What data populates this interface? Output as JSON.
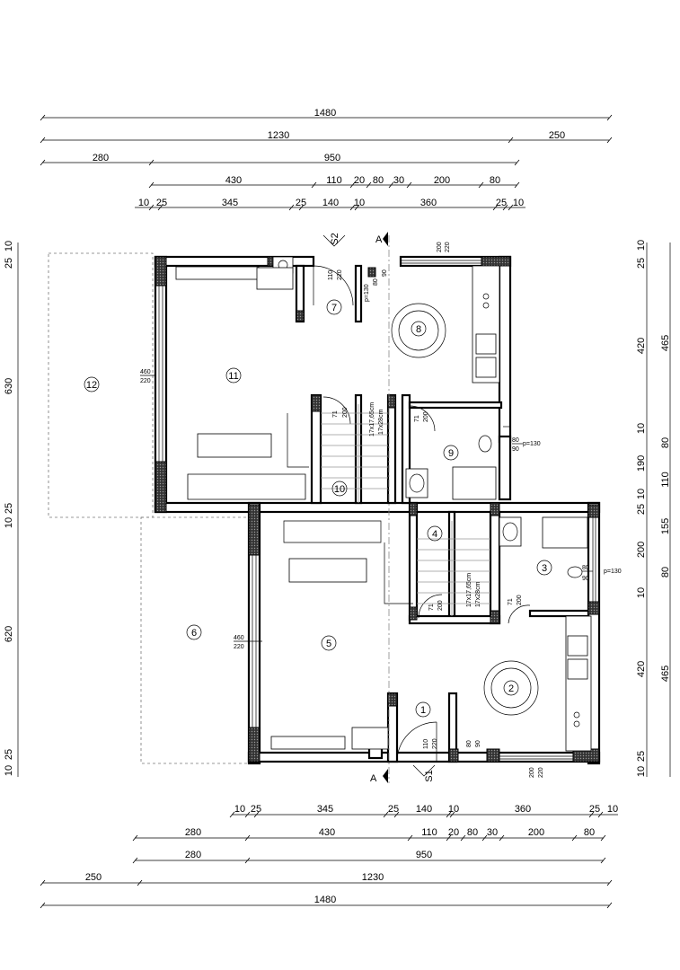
{
  "top_dimensions": {
    "row1": [
      "1480"
    ],
    "row2": [
      "1230",
      "250"
    ],
    "row3": [
      "280",
      "950"
    ],
    "row4": [
      "430",
      "110",
      "20",
      "80",
      "30",
      "200",
      "80"
    ],
    "row5": [
      "10",
      "25",
      "345",
      "25",
      "140",
      "10",
      "360",
      "25",
      "10"
    ]
  },
  "bottom_dimensions": {
    "row1": [
      "10",
      "25",
      "345",
      "25",
      "140",
      "10",
      "360",
      "25",
      "10"
    ],
    "row2": [
      "280",
      "430",
      "110",
      "20",
      "80",
      "30",
      "200",
      "80"
    ],
    "row3": [
      "280",
      "950"
    ],
    "row4": [
      "250",
      "1230"
    ],
    "row5": [
      "1480"
    ]
  },
  "left_dimensions": [
    "25",
    "10",
    "630",
    "10",
    "25",
    "620",
    "10",
    "25"
  ],
  "right_dimensions_inner": [
    "25",
    "10",
    "420",
    "10",
    "80",
    "190",
    "110",
    "25",
    "10",
    "155",
    "200",
    "80",
    "10",
    "420",
    "10",
    "25"
  ],
  "right_dimensions_outer": [
    "465",
    "465"
  ],
  "rooms": [
    "1",
    "2",
    "3",
    "4",
    "5",
    "6",
    "7",
    "8",
    "9",
    "10",
    "11",
    "12"
  ],
  "section_marks": {
    "s1": "S1",
    "s2": "S2",
    "a_top": "A",
    "a_bottom": "A"
  },
  "openings": {
    "window_11_w": "460",
    "window_11_h": "220",
    "window_5_w": "460",
    "window_5_h": "220",
    "door_7_w": "110",
    "door_7_h": "220",
    "door_7b_w": "80",
    "door_7b_h": "90",
    "win_7_sill": "p=130",
    "win_8_w": "200",
    "win_8_h": "220",
    "door_10a_w": "71",
    "door_10a_h": "200",
    "door_10b_w": "71",
    "door_10b_h": "200",
    "stair_a": "17x17,65cm",
    "stair_b": "17x28cm",
    "win_9_w": "80",
    "win_9_h": "90",
    "win_9_sill": "p=130",
    "win_3_w": "80",
    "win_3_h": "90",
    "win_3_sill": "p=130",
    "door_4a_w": "71",
    "door_4a_h": "200",
    "door_3_w": "71",
    "door_3_h": "200",
    "stair_c": "17x17,65cm",
    "stair_d": "17x28cm",
    "door_1_w": "110",
    "door_1_h": "220",
    "win_1b_w": "80",
    "win_1b_h": "90",
    "win_2_w": "200",
    "win_2_h": "220"
  }
}
